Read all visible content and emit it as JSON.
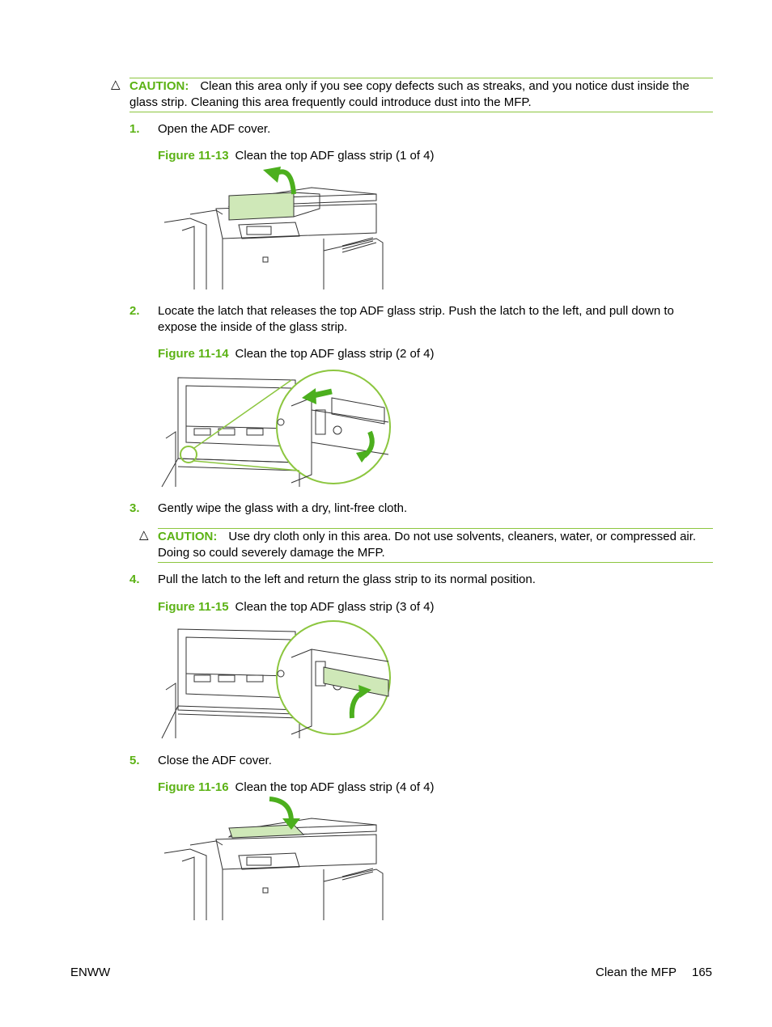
{
  "caution1": {
    "label": "CAUTION:",
    "text": "Clean this area only if you see copy defects such as streaks, and you notice dust inside the glass strip. Cleaning this area frequently could introduce dust into the MFP."
  },
  "steps": [
    {
      "num": "1.",
      "text": "Open the ADF cover."
    },
    {
      "num": "2.",
      "text": "Locate the latch that releases the top ADF glass strip. Push the latch to the left, and pull down to expose the inside of the glass strip."
    },
    {
      "num": "3.",
      "text": "Gently wipe the glass with a dry, lint-free cloth."
    },
    {
      "num": "4.",
      "text": "Pull the latch to the left and return the glass strip to its normal position."
    },
    {
      "num": "5.",
      "text": "Close the ADF cover."
    }
  ],
  "caution2": {
    "label": "CAUTION:",
    "text": "Use dry cloth only in this area. Do not use solvents, cleaners, water, or compressed air. Doing so could severely damage the MFP."
  },
  "figures": [
    {
      "label": "Figure 11-13",
      "caption": "Clean the top ADF glass strip (1 of 4)"
    },
    {
      "label": "Figure 11-14",
      "caption": "Clean the top ADF glass strip (2 of 4)"
    },
    {
      "label": "Figure 11-15",
      "caption": "Clean the top ADF glass strip (3 of 4)"
    },
    {
      "label": "Figure 11-16",
      "caption": "Clean the top ADF glass strip (4 of 4)"
    }
  ],
  "footer": {
    "left": "ENWW",
    "right": "Clean the MFP",
    "page": "165"
  },
  "colors": {
    "accent": "#5bb214",
    "rule": "#8cc63f",
    "highlight": "#cfe8b8"
  }
}
